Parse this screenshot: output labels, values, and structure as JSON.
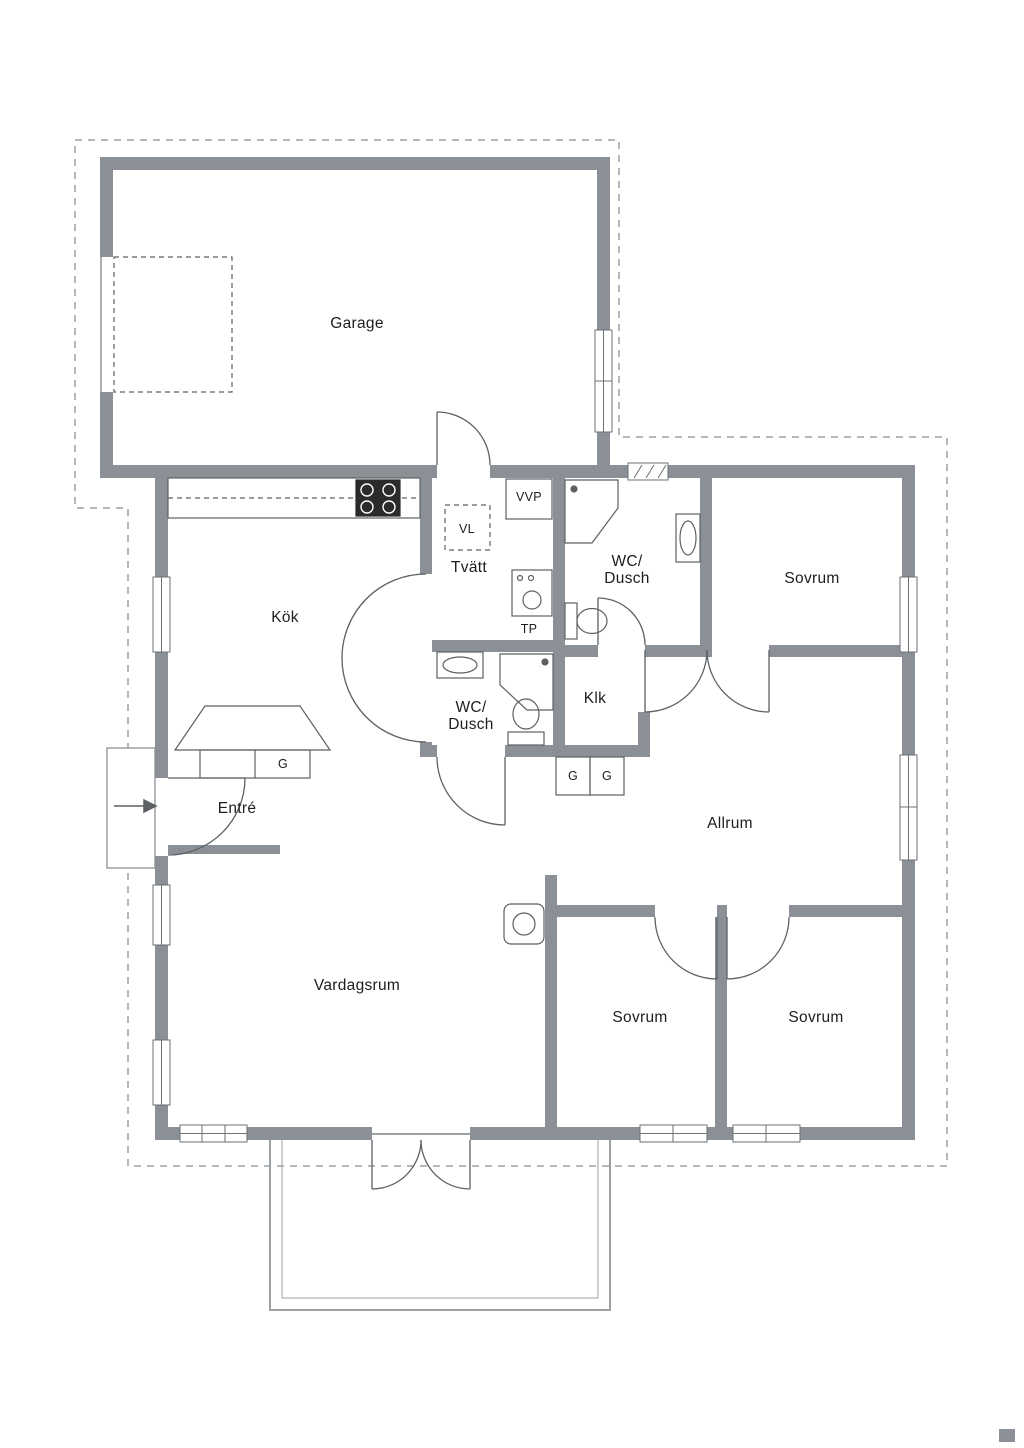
{
  "document": {
    "type": "floor-plan",
    "language": "sv"
  },
  "colors": {
    "wall": "#8A9096",
    "line": "#5C6165",
    "dash": "#9AA0A4",
    "text": "#1D1D1F",
    "background": "#FFFFFF"
  },
  "rooms": {
    "garage": "Garage",
    "kok": "Kök",
    "tvatt": "Tvätt",
    "vl": "VL",
    "vvp": "VVP",
    "tp": "TP",
    "wc_top_line1": "WC/",
    "wc_top_line2": "Dusch",
    "sovrum_top": "Sovrum",
    "wc_mid_line1": "WC/",
    "wc_mid_line2": "Dusch",
    "klk": "Klk",
    "entre": "Entré",
    "allrum": "Allrum",
    "vardagsrum": "Vardagsrum",
    "sovrum_bottom_left": "Sovrum",
    "sovrum_bottom_right": "Sovrum",
    "garderob_entre": "G",
    "garderob_hall_1": "G",
    "garderob_hall_2": "G"
  }
}
